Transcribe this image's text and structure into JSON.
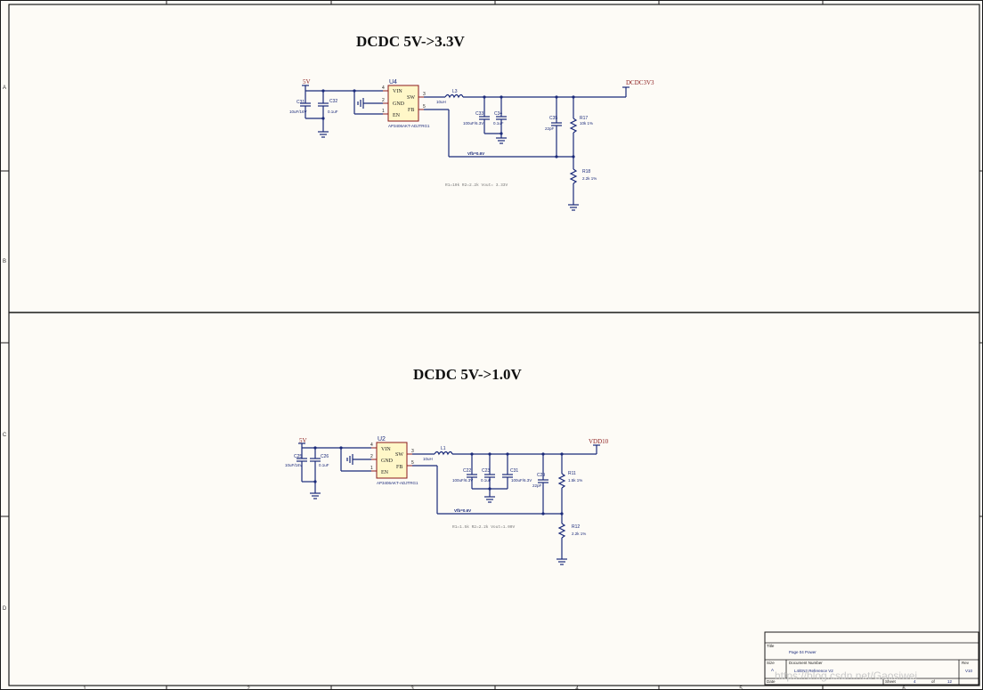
{
  "zones": {
    "columns": [
      "1",
      "2",
      "3",
      "4",
      "5",
      "6"
    ],
    "rows": [
      "A",
      "B",
      "C",
      "D"
    ]
  },
  "circuit_top": {
    "title": "DCDC 5V->3.3V",
    "input_net": "5V",
    "output_net": "DCDC3V3",
    "ic": {
      "ref": "U4",
      "part": "AP3406AKT-ADJTRG1",
      "pins": {
        "vin": "VIN",
        "gnd": "GND",
        "en": "EN",
        "sw": "SW",
        "fb": "FB"
      },
      "pin_numbers": {
        "vin": "4",
        "gnd": "2",
        "en": "1",
        "sw": "3",
        "fb": "5"
      }
    },
    "inductor": {
      "ref": "L3",
      "value": "10uH"
    },
    "caps_in": [
      {
        "ref": "C31",
        "value": "10uF/16V"
      },
      {
        "ref": "C32",
        "value": "0.1uF"
      }
    ],
    "caps_out": [
      {
        "ref": "C33",
        "value": "100uF/6.3V"
      },
      {
        "ref": "C34",
        "value": "0.1uF"
      }
    ],
    "cap_ff": {
      "ref": "C35",
      "value": "22pF"
    },
    "r_top": {
      "ref": "R17",
      "value": "10k 1%"
    },
    "r_bot": {
      "ref": "R18",
      "value": "2.2k 1%"
    },
    "vfb_label": "Vfb=0.6V",
    "note": "R1=10k R2=2.2k  Vout= 3.33V"
  },
  "circuit_bottom": {
    "title": "DCDC 5V->1.0V",
    "input_net": "5V",
    "output_net": "VDD10",
    "ic": {
      "ref": "U2",
      "part": "AP3406AKT-ADJTRG1",
      "pins": {
        "vin": "VIN",
        "gnd": "GND",
        "en": "EN",
        "sw": "SW",
        "fb": "FB"
      },
      "pin_numbers": {
        "vin": "4",
        "gnd": "2",
        "en": "1",
        "sw": "3",
        "fb": "5"
      }
    },
    "inductor": {
      "ref": "L1",
      "value": "10uH"
    },
    "caps_in": [
      {
        "ref": "C25",
        "value": "10uF/16V"
      },
      {
        "ref": "C26",
        "value": "0.1uF"
      }
    ],
    "caps_out": [
      {
        "ref": "C22",
        "value": "100uF/6.3V"
      },
      {
        "ref": "C23",
        "value": "0.1uF"
      },
      {
        "ref": "C31",
        "value": "100uF/6.3V"
      }
    ],
    "cap_ff": {
      "ref": "C29",
      "value": "22pF"
    },
    "r_top": {
      "ref": "R11",
      "value": "1.5k 1%"
    },
    "r_bot": {
      "ref": "R12",
      "value": "2.2k 1%"
    },
    "vfb_label": "Vfb=0.6V",
    "note": "R1=1.5k R2=2.2k  Vout=1.00V"
  },
  "title_block": {
    "title_label": "Title",
    "title_value": "Page 04 Power",
    "size_label": "Size",
    "size_value": "A",
    "doc_label": "Document Number",
    "doc_value": "L4/EN2 Reference V2",
    "rev_label": "Rev",
    "rev_value": "V10",
    "date_label": "Date",
    "sheet_label": "Sheet",
    "sheet_value": "4",
    "sheet_of": "of",
    "sheet_total": "12"
  },
  "watermark": "https://blog.csdn.net/Gaosiwei",
  "colors": {
    "wire": "#1a2a7a",
    "part": "#8b1a1a",
    "chip_fill": "#fff7c8",
    "background": "#fdfbf6"
  }
}
